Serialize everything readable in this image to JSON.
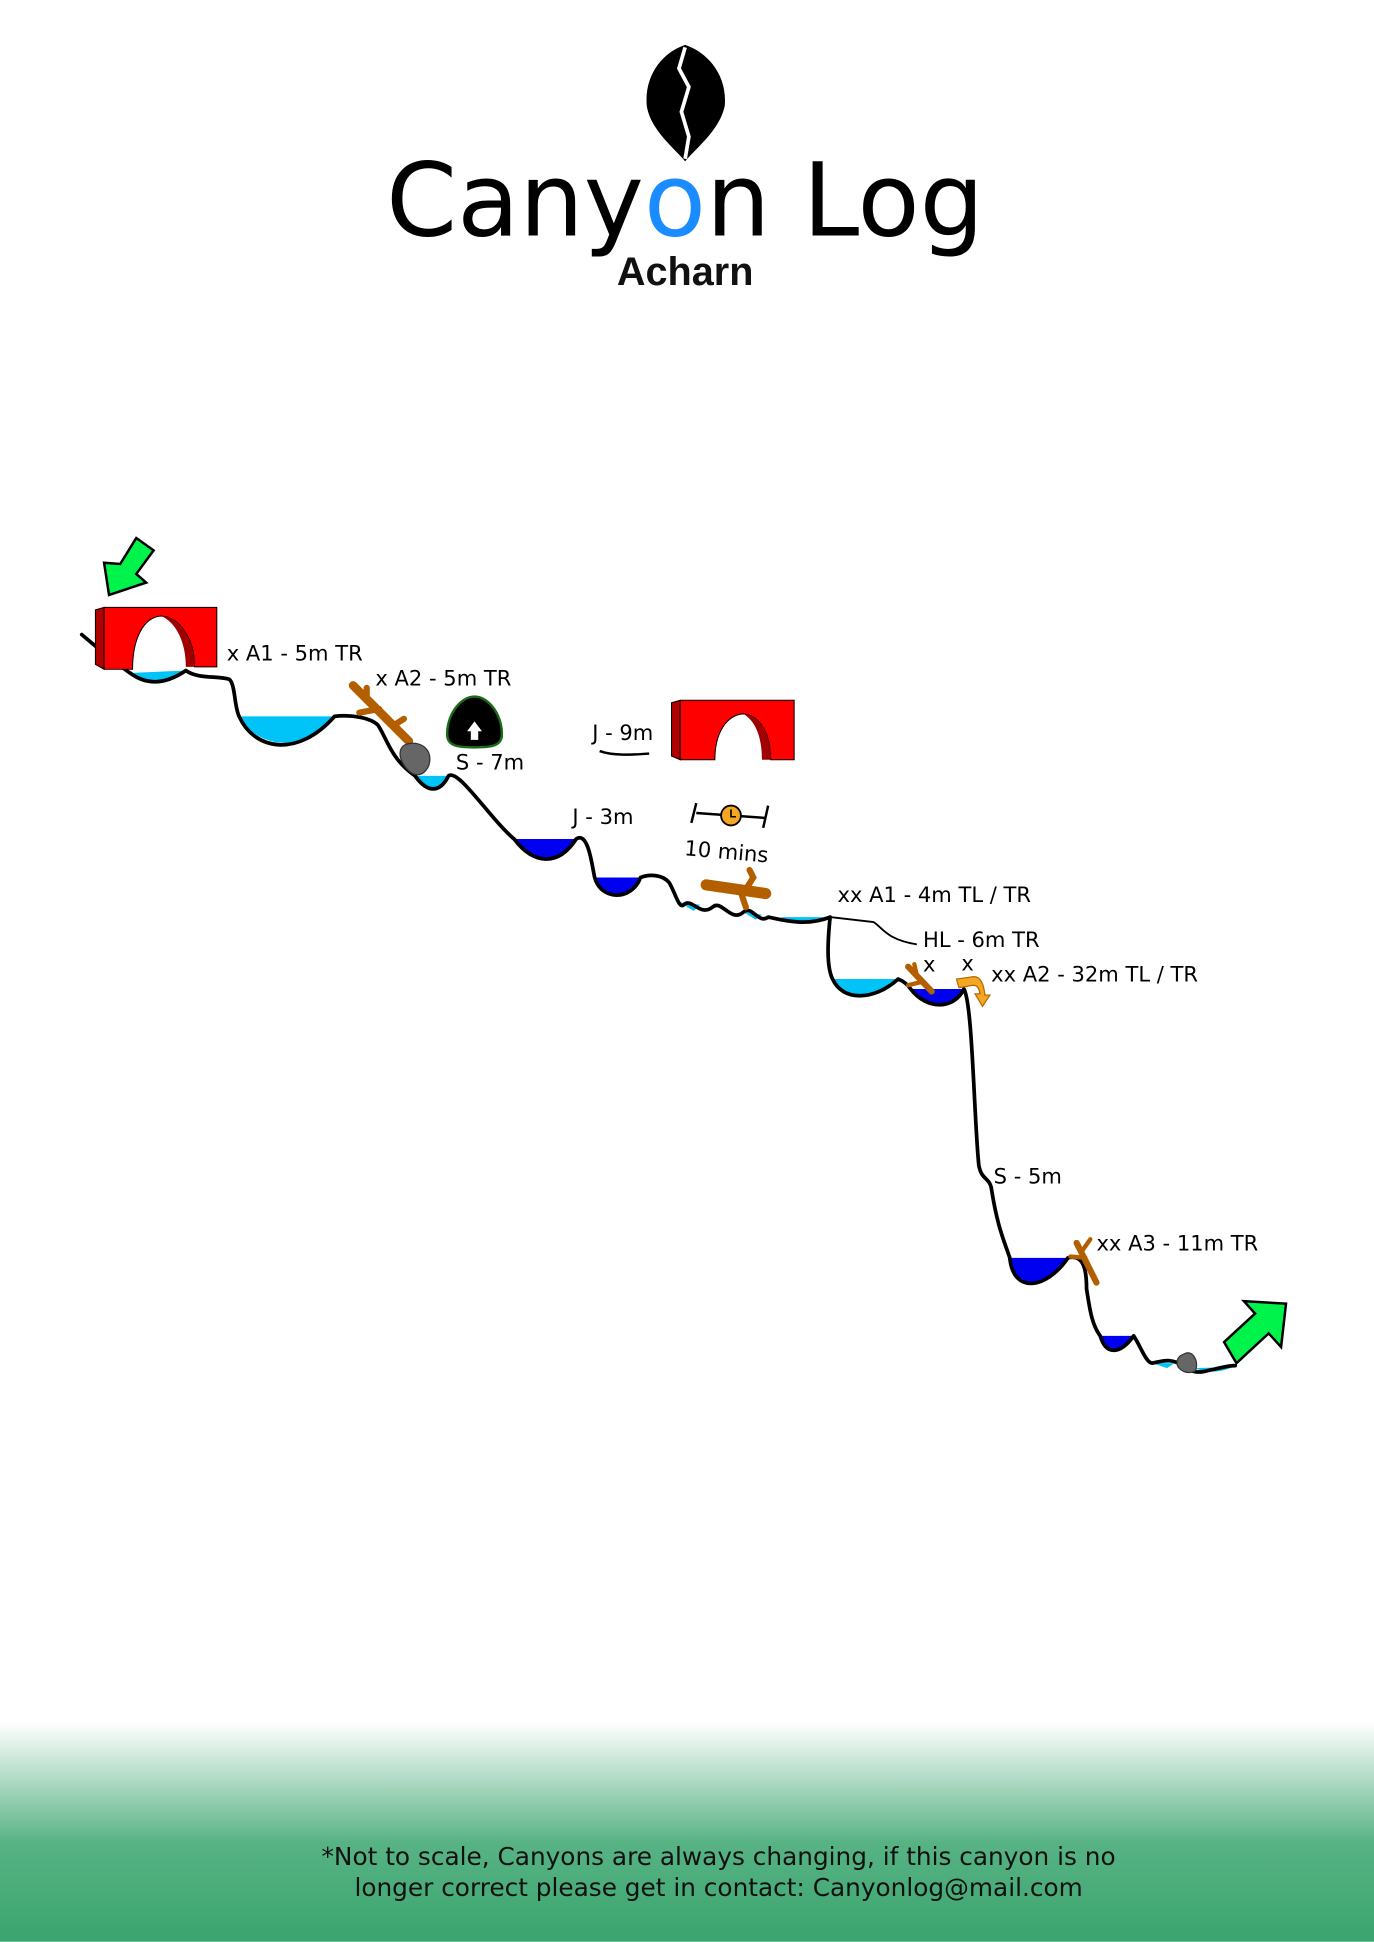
{
  "header": {
    "title_part1": "Cany",
    "title_o": "o",
    "title_part2": "n Log",
    "subtitle": "Acharn",
    "logo_icon": "drop-logo-icon"
  },
  "colors": {
    "accent_blue": "#1a8cff",
    "shallow_water": "#00c3f7",
    "deep_water": "#0000f0",
    "arrow_green": "#00f34a",
    "bridge_red": "#ff0000",
    "log_brown": "#b35f00",
    "footer_green": "#3aa56e"
  },
  "labels": {
    "a1_top": "x A1 - 5m TR",
    "a2_top": "x A2 - 5m TR",
    "slide7": "S - 7m",
    "jump9": "J - 9m",
    "jump3": "J - 3m",
    "walk_time": "10 mins",
    "a1_mid": "xx A1 - 4m TL / TR",
    "hl": "HL - 6m TR",
    "x1": "x",
    "x2": "x",
    "a2_mid": "xx A2 - 32m TL / TR",
    "slide5": "S - 5m",
    "a3": "xx A3 - 11m TR"
  },
  "footer": {
    "line1": "*Not to scale, Canyons are always changing, if this canyon is no",
    "line2_prefix": "longer correct please get in contact: ",
    "email": "Canyonlog@mail.com"
  }
}
